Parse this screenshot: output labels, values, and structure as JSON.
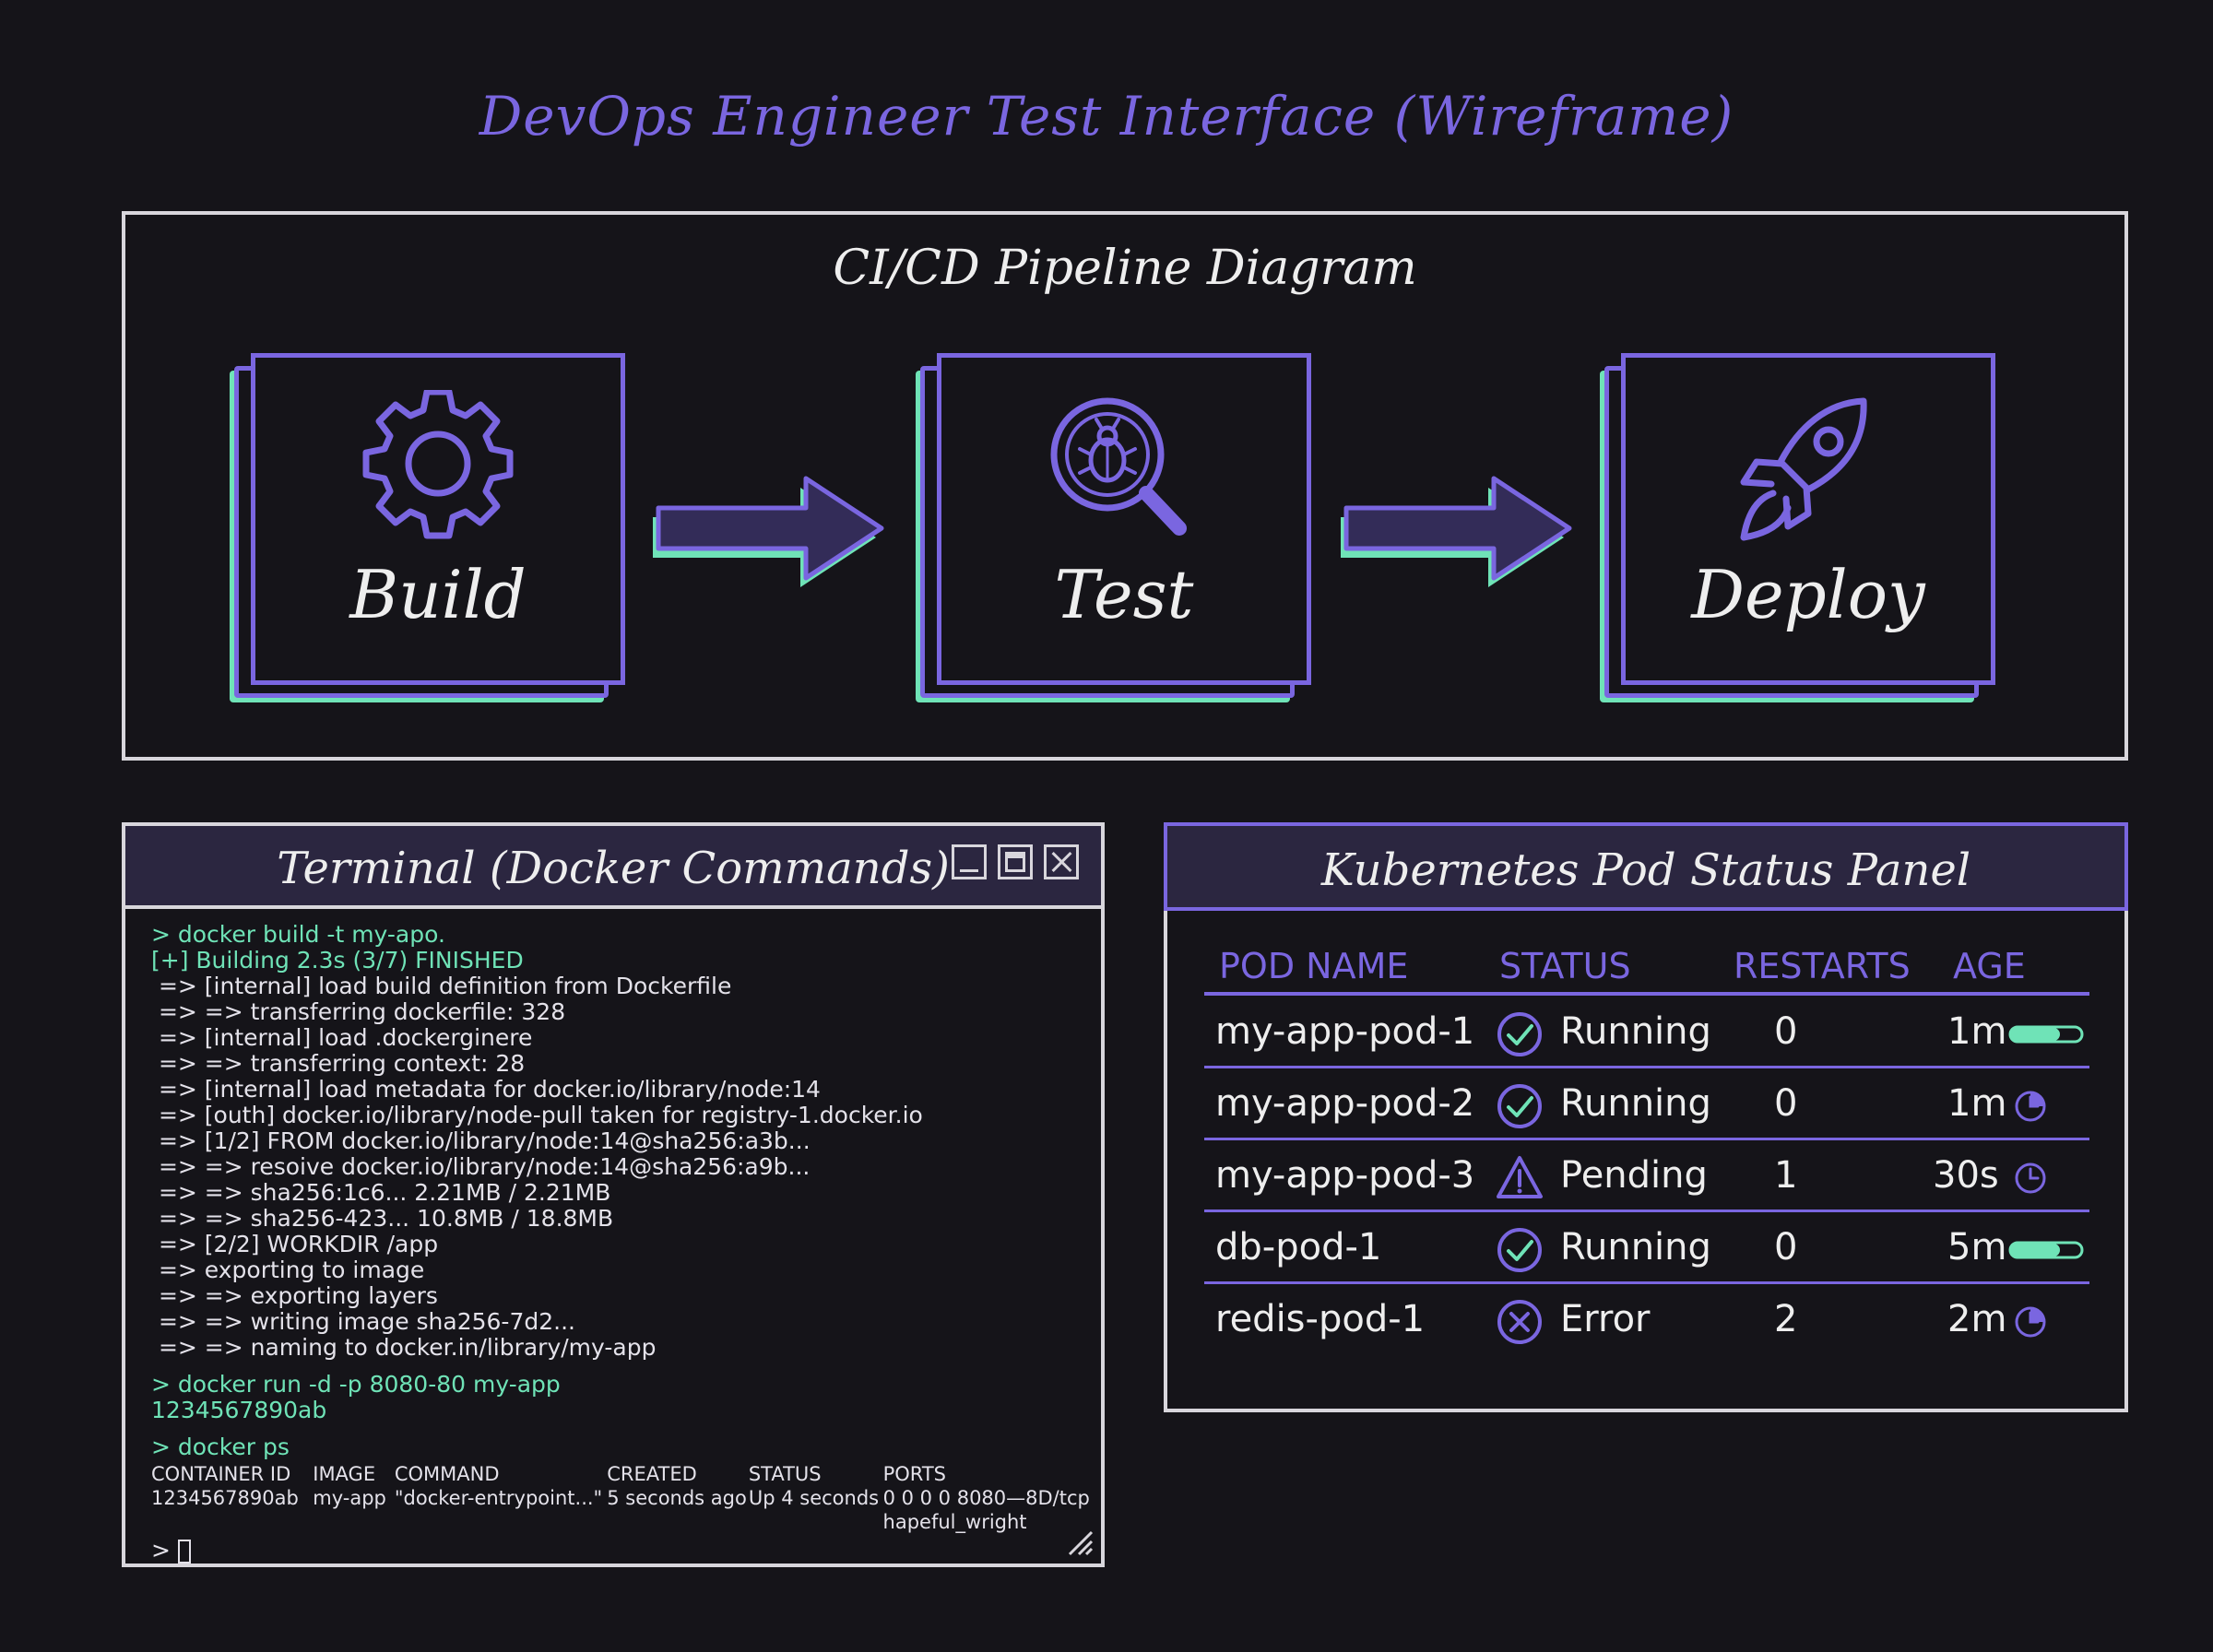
{
  "page": {
    "title": "DevOps Engineer Test Interface (Wireframe)"
  },
  "colors": {
    "accent": "#7a66e0",
    "green": "#6fe3b7",
    "background": "#151419",
    "border": "#d8d6dc"
  },
  "pipeline": {
    "title": "CI/CD Pipeline Diagram",
    "stages": [
      {
        "label": "Build",
        "icon": "gear-icon"
      },
      {
        "label": "Test",
        "icon": "bug-magnifier-icon"
      },
      {
        "label": "Deploy",
        "icon": "rocket-icon"
      }
    ]
  },
  "terminal": {
    "title": "Terminal (Docker Commands)",
    "lines": [
      {
        "text": "> docker build -t my-apo.",
        "kind": "cmd"
      },
      {
        "text": "[+] Building 2.3s (3/7) FINISHED",
        "kind": "ok"
      },
      {
        "text": " => [internal] load build definition from Dockerfile",
        "kind": "out"
      },
      {
        "text": " => => transferring dockerfile: 328",
        "kind": "out"
      },
      {
        "text": " => [internal] load .dockerginere",
        "kind": "out"
      },
      {
        "text": " => => transferring context: 28",
        "kind": "out"
      },
      {
        "text": " => [internal] load metadata for docker.io/library/node:14",
        "kind": "out"
      },
      {
        "text": " => [outh] docker.io/library/node-pull taken for registry-1.docker.io",
        "kind": "out"
      },
      {
        "text": " => [1/2] FROM docker.io/library/node:14@sha256:a3b...",
        "kind": "out"
      },
      {
        "text": " => => resoive docker.io/library/node:14@sha256:a9b...",
        "kind": "out"
      },
      {
        "text": " => => sha256:1c6... 2.21MB / 2.21MB",
        "kind": "out"
      },
      {
        "text": " => => sha256-423... 10.8MB / 18.8MB",
        "kind": "out"
      },
      {
        "text": " => [2/2] WORKDIR /app",
        "kind": "out"
      },
      {
        "text": " => exporting to image",
        "kind": "out"
      },
      {
        "text": " => => exporting layers",
        "kind": "out"
      },
      {
        "text": " => => writing image sha256-7d2...",
        "kind": "out"
      },
      {
        "text": " => => naming to docker.in/library/my-app",
        "kind": "out"
      }
    ],
    "run_cmd": "> docker run -d -p 8080-80 my-app",
    "run_output": "1234567890ab",
    "ps_cmd": "> docker ps",
    "ps_headers": [
      "CONTAINER ID",
      "IMAGE",
      "COMMAND",
      "CREATED",
      "STATUS",
      "PORTS"
    ],
    "ps_row": [
      "1234567890ab",
      "my-app",
      "\"docker-entrypoint...\"",
      "5 seconds ago",
      "Up 4 seconds",
      "0 0 0 0 8080—8D/tcp"
    ],
    "ps_row2": "hapeful_wright",
    "prompt": ">"
  },
  "k8s": {
    "title": "Kubernetes Pod Status Panel",
    "headers": {
      "name": "POD NAME",
      "status": "STATUS",
      "restarts": "RESTARTS",
      "age": "AGE"
    },
    "pods": [
      {
        "name": "my-app-pod-1",
        "status": "Running",
        "restarts": "0",
        "age": "1m",
        "status_icon": "check-circle-icon",
        "age_indicator": "progress-bar",
        "progress": 0.7
      },
      {
        "name": "my-app-pod-2",
        "status": "Running",
        "restarts": "0",
        "age": "1m",
        "status_icon": "check-circle-icon",
        "age_indicator": "pie-clock",
        "progress": 0.25
      },
      {
        "name": "my-app-pod-3",
        "status": "Pending",
        "restarts": "1",
        "age": "30s",
        "status_icon": "warning-triangle-icon",
        "age_indicator": "clock",
        "progress": 0.0
      },
      {
        "name": "db-pod-1",
        "status": "Running",
        "restarts": "0",
        "age": "5m",
        "status_icon": "check-circle-icon",
        "age_indicator": "progress-bar",
        "progress": 0.7
      },
      {
        "name": "redis-pod-1",
        "status": "Error",
        "restarts": "2",
        "age": "2m",
        "status_icon": "x-circle-icon",
        "age_indicator": "pie-clock",
        "progress": 0.25
      }
    ]
  }
}
